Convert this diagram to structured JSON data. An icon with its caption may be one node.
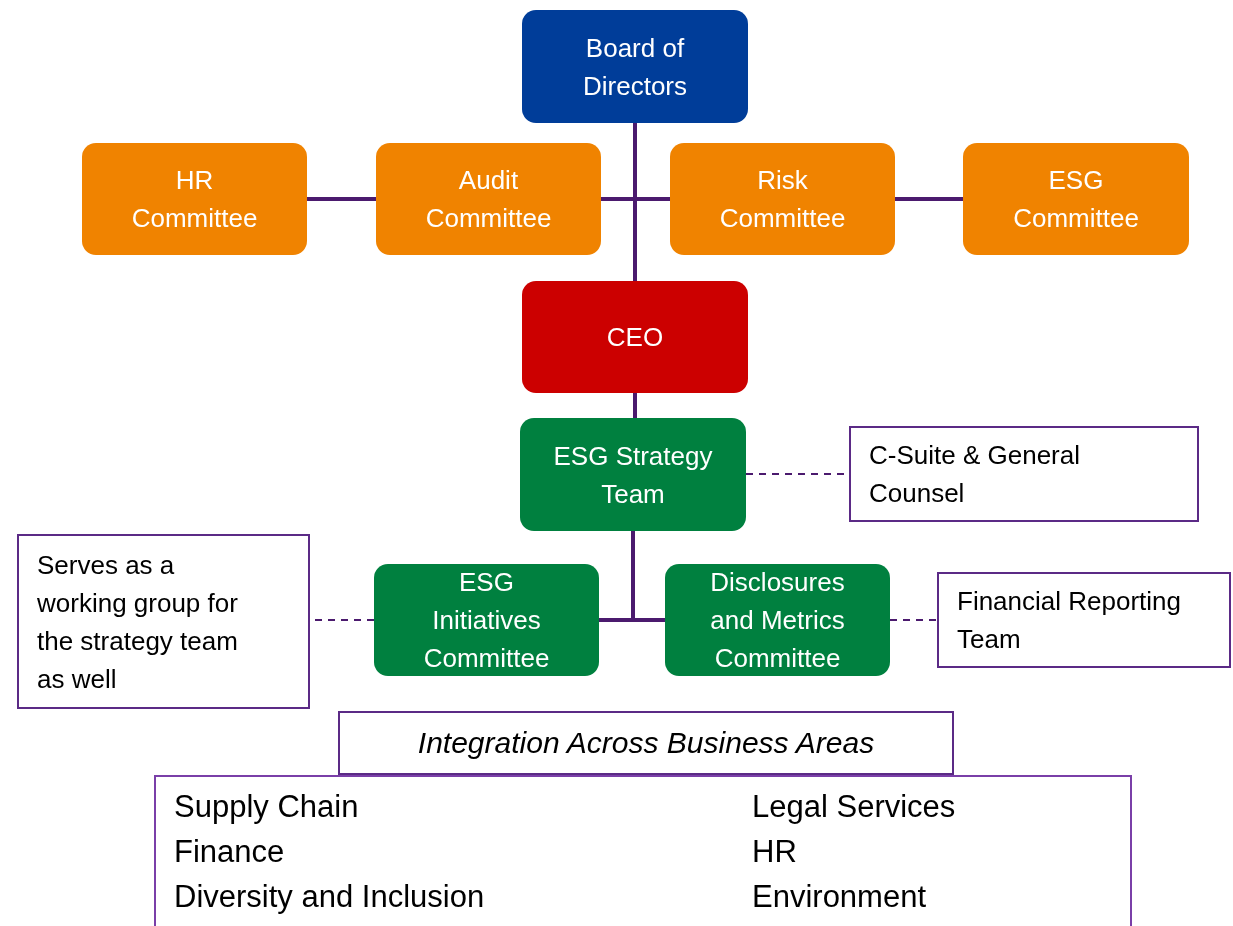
{
  "diagram": {
    "nodes": [
      {
        "text": [
          "Board of Directors"
        ]
      },
      {
        "text": [
          "HR Committee"
        ]
      },
      {
        "text": [
          "Audit Committee"
        ]
      },
      {
        "text": [
          "Risk Committee"
        ]
      },
      {
        "text": [
          "ESG Committee"
        ]
      },
      {
        "text": [
          "CEO"
        ]
      },
      {
        "text": [
          "ESG Strategy Team"
        ]
      },
      {
        "text": [
          "C-Suite & General Counsel"
        ]
      },
      {
        "text": [
          "Serves as a working group for the strategy team as well"
        ]
      },
      {
        "text": [
          "ESG Initiatives Committee"
        ]
      },
      {
        "text": [
          "Disclosures and Metrics Committee"
        ]
      },
      {
        "text": [
          "Financial Reporting Team"
        ]
      },
      {
        "text": [
          "Integration Across Business Areas"
        ]
      },
      {
        "text": [
          "Supply Chain",
          "Finance",
          "Diversity and Inclusion",
          "Legal Services",
          "HR",
          "Environment"
        ]
      }
    ],
    "edges": [
      {
        "from": 0,
        "to": 5,
        "arrow": "none"
      },
      {
        "from": 0,
        "to": 2,
        "arrow": "none"
      },
      {
        "from": 0,
        "to": 3,
        "arrow": "none"
      },
      {
        "from": 1,
        "to": 2,
        "arrow": "none"
      },
      {
        "from": 3,
        "to": 4,
        "arrow": "none"
      },
      {
        "from": 5,
        "to": 6,
        "arrow": "none"
      },
      {
        "from": 6,
        "to": 7,
        "arrow": "none",
        "style": "dashed"
      },
      {
        "from": 6,
        "to": 9,
        "arrow": "none"
      },
      {
        "from": 6,
        "to": 10,
        "arrow": "none"
      },
      {
        "from": 9,
        "to": 8,
        "arrow": "none",
        "style": "dashed"
      },
      {
        "from": 10,
        "to": 11,
        "arrow": "none",
        "style": "dashed"
      }
    ]
  }
}
